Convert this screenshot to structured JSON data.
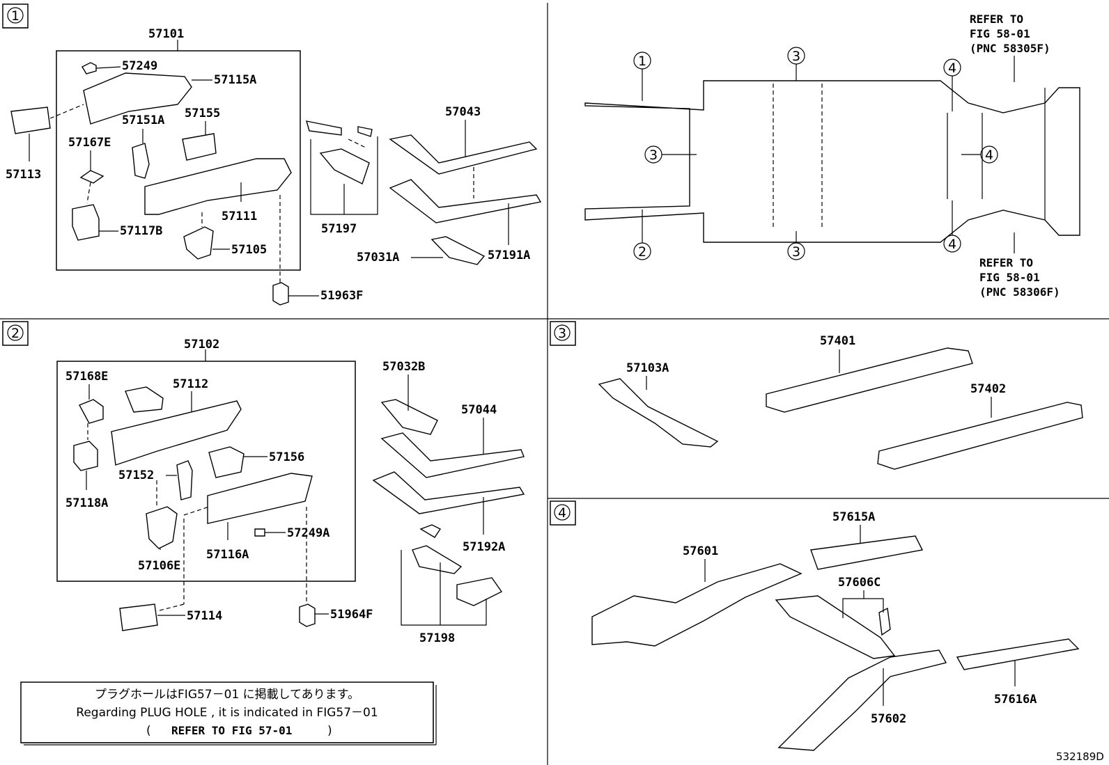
{
  "sections": {
    "s1": "1",
    "s2": "2",
    "s3": "3",
    "s4": "4"
  },
  "overview": {
    "circles": {
      "c1": "1",
      "c2": "2",
      "c3a": "3",
      "c3b": "3",
      "c3c": "3",
      "c4a": "4",
      "c4b": "4",
      "c4c": "4"
    },
    "refer_top": [
      "REFER TO",
      "FIG 58-01",
      "(PNC 58305F)"
    ],
    "refer_bottom": [
      "REFER TO",
      "FIG 58-01",
      "(PNC 58306F)"
    ]
  },
  "part_numbers": {
    "p57101": "57101",
    "p57249": "57249",
    "p57115A": "57115A",
    "p57113": "57113",
    "p57151A": "57151A",
    "p57155": "57155",
    "p57167E": "57167E",
    "p57111": "57111",
    "p57117B": "57117B",
    "p57105": "57105",
    "p51963F": "51963F",
    "p57197": "57197",
    "p57043": "57043",
    "p57031A": "57031A",
    "p57191A": "57191A",
    "p57102": "57102",
    "p57168E": "57168E",
    "p57112": "57112",
    "p57156": "57156",
    "p57152": "57152",
    "p57118A": "57118A",
    "p57249A": "57249A",
    "p57106E": "57106E",
    "p57116A": "57116A",
    "p57114": "57114",
    "p51964F": "51964F",
    "p57032B": "57032B",
    "p57044": "57044",
    "p57192A": "57192A",
    "p57198": "57198",
    "p57103A": "57103A",
    "p57401": "57401",
    "p57402": "57402",
    "p57615A": "57615A",
    "p57601": "57601",
    "p57606C": "57606C",
    "p57602": "57602",
    "p57616A": "57616A"
  },
  "note": {
    "line1": "プラグホールはFIG57－01 に掲載してあります。",
    "line2": "Regarding  PLUG  HOLE  , it  is  indicated  in  FIG57－01",
    "line3_open": "(",
    "line3_text": "REFER TO FIG 57-01",
    "line3_close": ")"
  },
  "figure_id": "532189D"
}
